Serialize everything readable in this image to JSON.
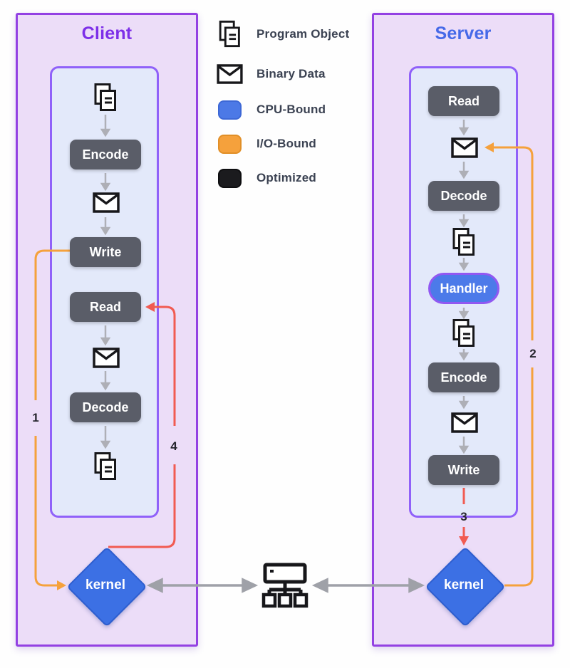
{
  "client": {
    "title": "Client",
    "encode_label": "Encode",
    "write_label": "Write",
    "read_label": "Read",
    "decode_label": "Decode",
    "kernel_label": "kernel"
  },
  "server": {
    "title": "Server",
    "read_label": "Read",
    "decode_label": "Decode",
    "handler_label": "Handler",
    "encode_label": "Encode",
    "write_label": "Write",
    "kernel_label": "kernel"
  },
  "legend": {
    "program_object": "Program Object",
    "binary_data": "Binary Data",
    "cpu_bound": "CPU-Bound",
    "io_bound": "I/O-Bound",
    "optimized": "Optimized"
  },
  "flow_steps": {
    "step1": "1",
    "step2": "2",
    "step3": "3",
    "step4": "4"
  },
  "colors": {
    "client_title": "#7d2fe8",
    "server_title": "#4569e8",
    "panel_fill": "#ecddf8",
    "panel_border": "#9341e3",
    "inner_fill": "#e3e9fa",
    "inner_border": "#9061f9",
    "node_fill": "#5a5d68",
    "handler_fill": "#4c7ae9",
    "kernel_fill": "#3c70e4",
    "cpu_bound_swatch": "#4c79e6",
    "io_bound_swatch": "#f5a13c",
    "optimized_swatch": "#1b1b1e",
    "io_path": "#f5a13c",
    "return_path": "#f15b52",
    "flow_arrow_gray": "#aeafb6"
  }
}
